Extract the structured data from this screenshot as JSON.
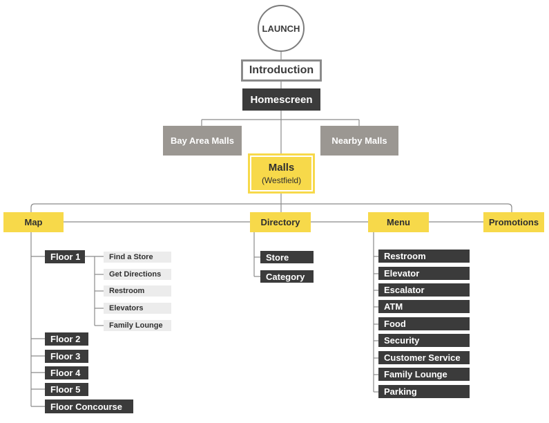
{
  "launch": "LAUNCH",
  "introduction": "Introduction",
  "homescreen": "Homescreen",
  "bay_area_malls": "Bay Area Malls",
  "nearby_malls": "Nearby Malls",
  "malls": {
    "title": "Malls",
    "subtitle": "(Westfield)"
  },
  "sections": {
    "map": "Map",
    "directory": "Directory",
    "menu": "Menu",
    "promotions": "Promotions"
  },
  "map_floors": [
    "Floor 1",
    "Floor 2",
    "Floor 3",
    "Floor 4",
    "Floor 5",
    "Floor Concourse"
  ],
  "floor1_items": [
    "Find a Store",
    "Get Directions",
    "Restroom",
    "Elevators",
    "Family Lounge"
  ],
  "directory_items": [
    "Store",
    "Category"
  ],
  "menu_items": [
    "Restroom",
    "Elevator",
    "Escalator",
    "ATM",
    "Food",
    "Security",
    "Customer Service",
    "Family Lounge",
    "Parking"
  ],
  "colors": {
    "dark": "#3b3b3b",
    "gray": "#9b9792",
    "yellow": "#f7d94a",
    "light": "#ececec",
    "line": "#8a8a8a"
  }
}
